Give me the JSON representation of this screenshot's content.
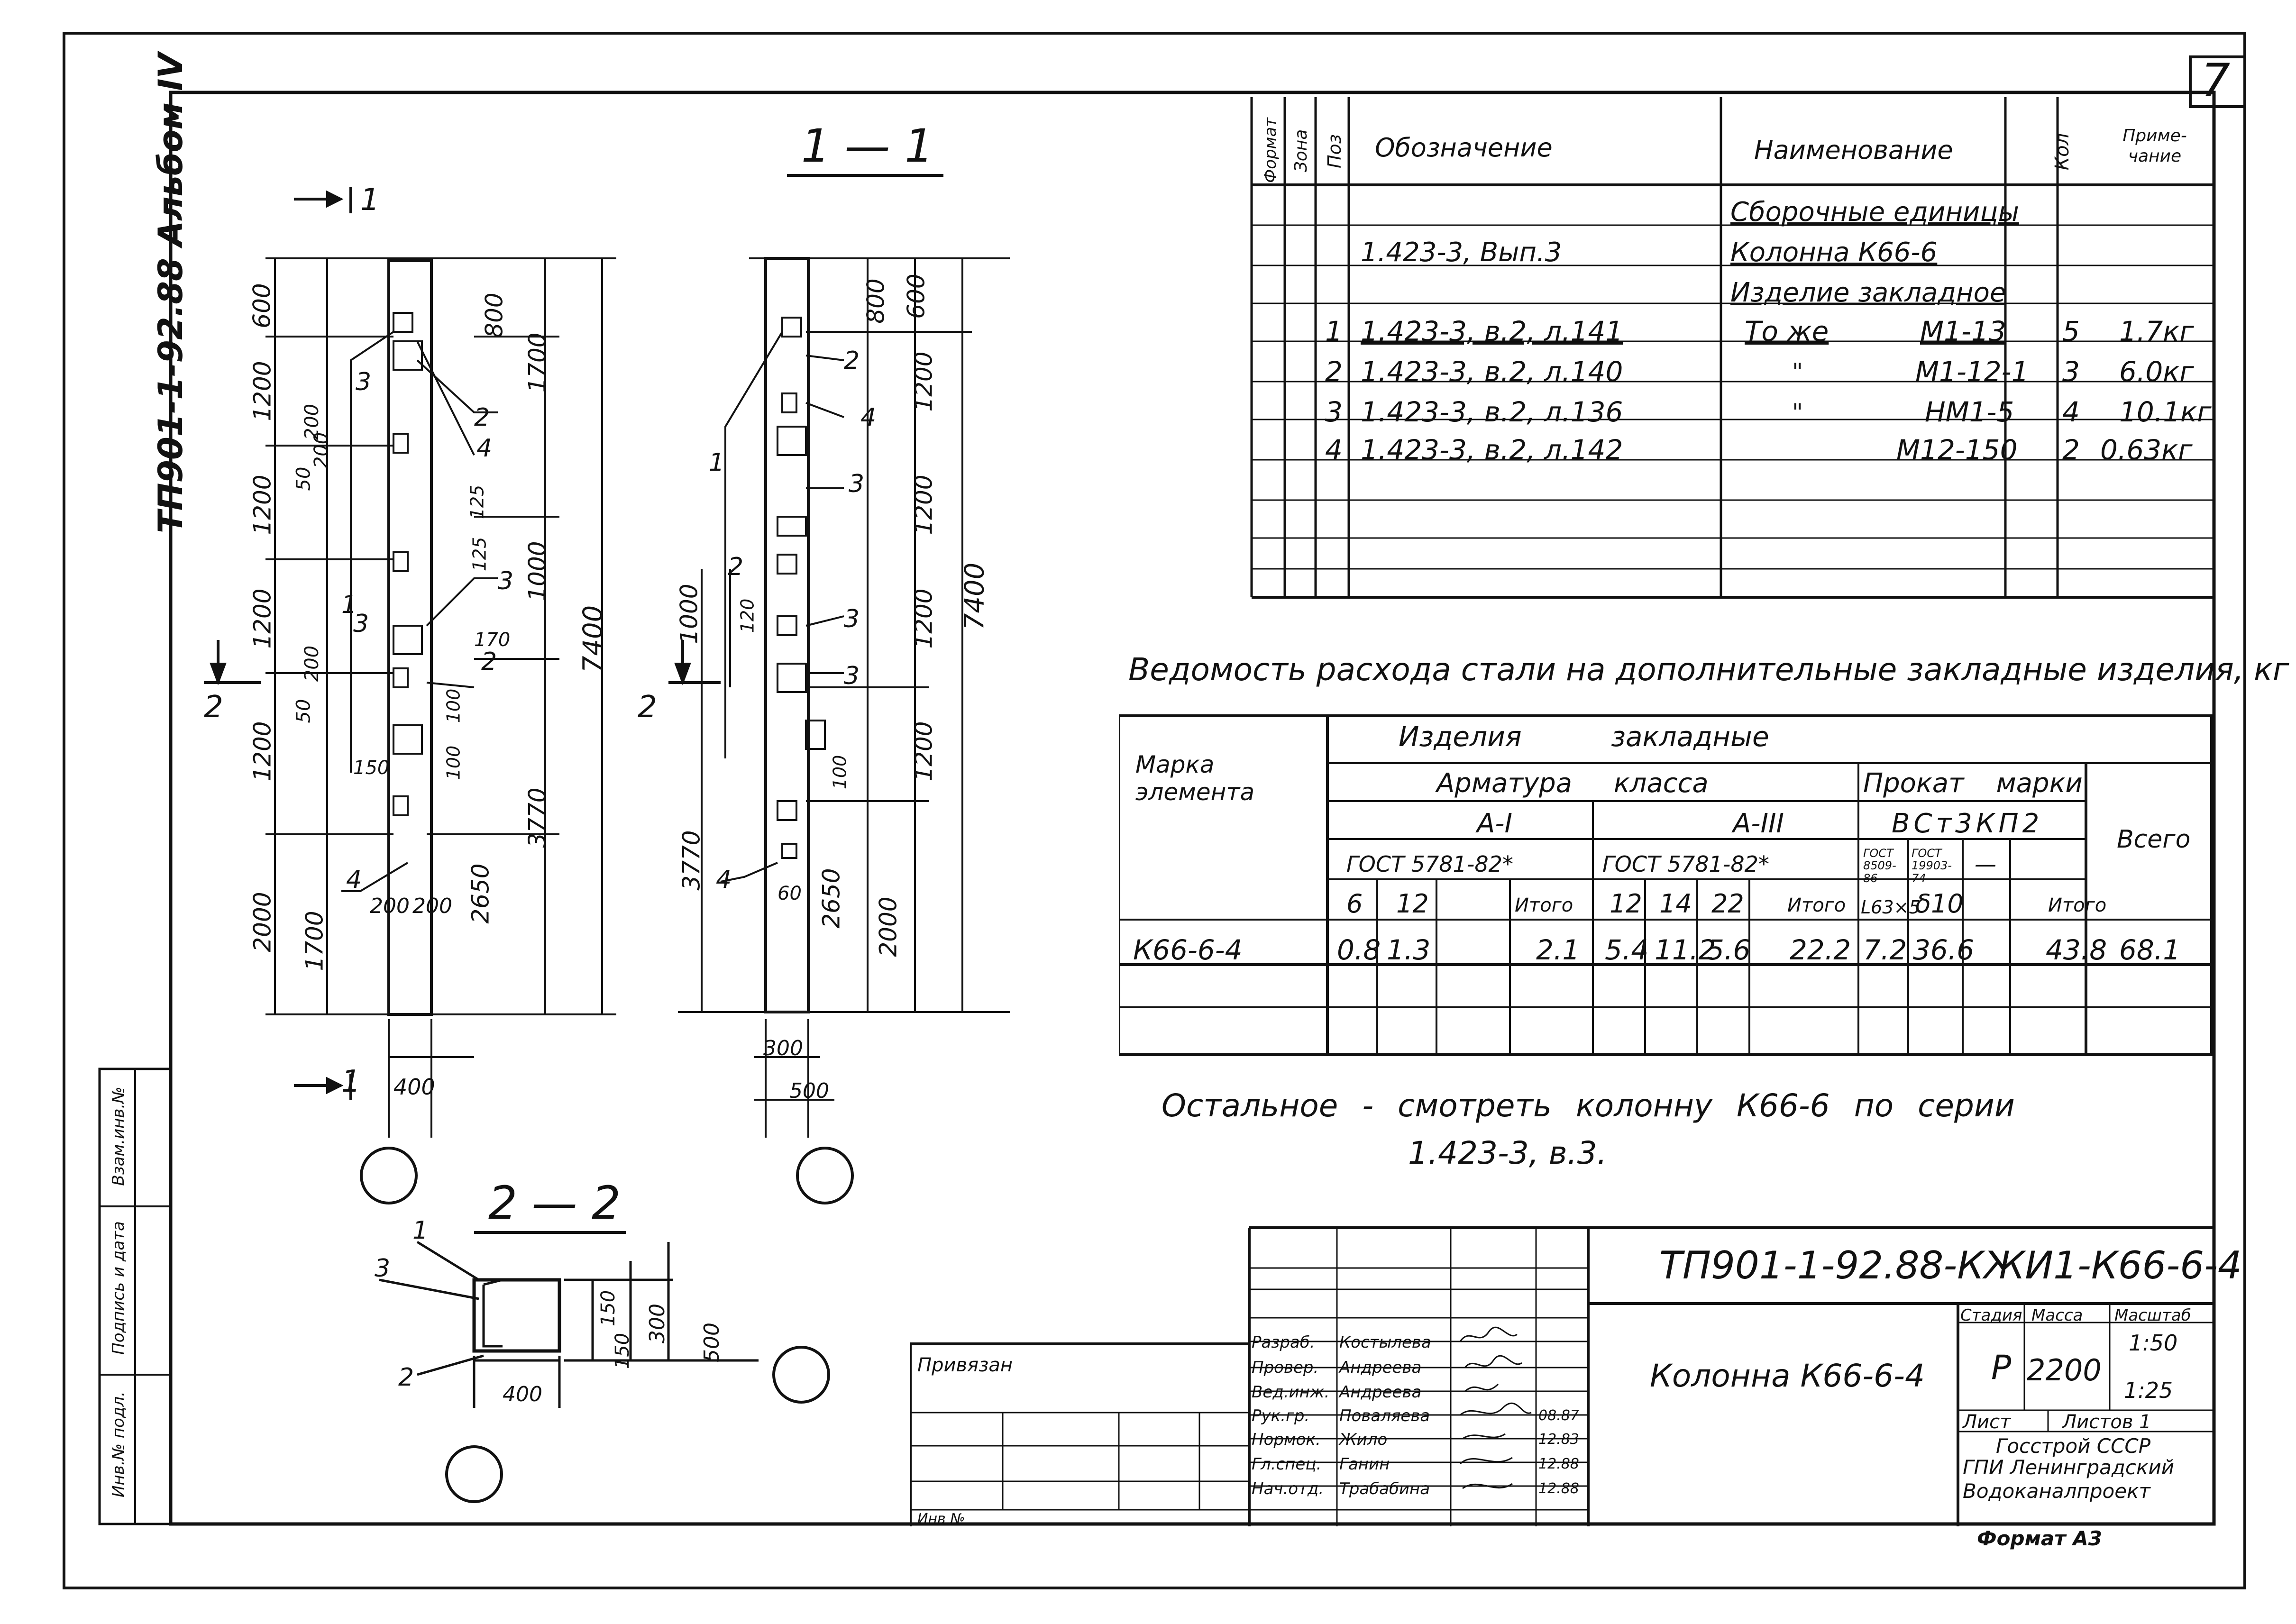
{
  "sheet": {
    "number": "7",
    "album_label": "ТП901-1-92.88 Альбом IV",
    "format_label": "Формат А3"
  },
  "section_1_1": {
    "title": "1 — 1",
    "cut_mark": "1"
  },
  "section_2_2": {
    "title": "2 — 2",
    "cut_mark": "2"
  },
  "elevation_dims": {
    "left": [
      "600",
      "1200",
      "1200",
      "1200",
      "1200",
      "2000",
      "1700",
      "2650",
      "3770",
      "7400",
      "1700",
      "800",
      "1000",
      "400",
      "200",
      "200",
      "50",
      "200",
      "50",
      "125",
      "125",
      "170",
      "100",
      "100",
      "150",
      "200",
      "200"
    ],
    "right": [
      "800",
      "600",
      "1200",
      "1200",
      "1200",
      "1200",
      "7400",
      "1000",
      "120",
      "100",
      "60",
      "2650",
      "2000",
      "3770",
      "300",
      "500"
    ]
  },
  "position_callouts": [
    "1",
    "2",
    "3",
    "4"
  ],
  "section_2_2_dims": [
    "150",
    "150",
    "300",
    "500",
    "400"
  ],
  "spec_table": {
    "headers": [
      "Формат",
      "Зона",
      "Поз",
      "Обозначение",
      "Наименование",
      "Кол",
      "Приме-чание"
    ],
    "group_assembly": "Сборочные единицы",
    "assembly_ref": "1.423-3, Вып.3",
    "assembly_name": "Колонна К66-6",
    "group_embedded": "Изделие закладное",
    "rows": [
      {
        "pos": "1",
        "designation": "1.423-3, в.2, л.141",
        "name_prefix": "То же",
        "name": "М1-13",
        "qty": "5",
        "note": "1.7кг"
      },
      {
        "pos": "2",
        "designation": "1.423-3, в.2, л.140",
        "name_prefix": "\"",
        "name": "М1-12-1",
        "qty": "3",
        "note": "6.0кг"
      },
      {
        "pos": "3",
        "designation": "1.423-3, в.2, л.136",
        "name_prefix": "\"",
        "name": "НМ1-5",
        "qty": "4",
        "note": "10.1кг"
      },
      {
        "pos": "4",
        "designation": "1.423-3, в.2, л.142",
        "name_prefix": "",
        "name": "М12-150",
        "qty": "2",
        "note": "0.63кг"
      }
    ]
  },
  "steel_table": {
    "title": "Ведомость расхода стали на дополнительные закладные изделия, кг",
    "col_mark": "Марка элемента",
    "col_items": "Изделия закладные",
    "col_rebar": "Арматура класса",
    "col_rolled": "Прокат марки",
    "col_total": "Всего",
    "class_a1": "А-I",
    "class_a3": "А-III",
    "steel_grade": "ВСт3КП2",
    "gost_a1": "ГОСТ 5781-82*",
    "gost_a3": "ГОСТ 5781-82*",
    "gost_rolled_1": "ГОСТ 8509-86",
    "gost_rolled_2": "ГОСТ 19903-74",
    "gost_dash": "—",
    "sub_headers": [
      "6",
      "12",
      "",
      "Итого",
      "12",
      "14",
      "22",
      "Итого",
      "L63×5",
      "δ10",
      "",
      "Итого"
    ],
    "row": {
      "mark": "К66-6-4",
      "values": [
        "0.8",
        "1.3",
        "",
        "2.1",
        "5.4",
        "11.2",
        "5.6",
        "22.2",
        "7.2",
        "36.6",
        "",
        "43.8"
      ],
      "total": "68.1"
    }
  },
  "note": {
    "line1": "Остальное - смотреть колонну К66-6 по серии",
    "line2": "1.423-3, в.3."
  },
  "title_block": {
    "code": "ТП901-1-92.88-КЖИ1-К66-6-4",
    "object_name": "Колонна К66-6-4",
    "stage_label": "Стадия",
    "mass_label": "Масса",
    "scale_label": "Масштаб",
    "stage": "Р",
    "mass": "2200",
    "scale_1": "1:50",
    "scale_2": "1:25",
    "sheet_label": "Лист",
    "sheets_label": "Листов 1",
    "org_1": "Госстрой СССР",
    "org_2": "ГПИ Ленинградский",
    "org_3": "Водоканалпроект",
    "bound_label": "Привязан",
    "inv_label": "Инв №",
    "signatures": [
      {
        "role": "Разраб.",
        "name": "Костылева",
        "date": ""
      },
      {
        "role": "Провер.",
        "name": "Андреева",
        "date": ""
      },
      {
        "role": "Вед.инж.",
        "name": "Андреева",
        "date": ""
      },
      {
        "role": "Рук.гр.",
        "name": "Поваляева",
        "date": "08.87"
      },
      {
        "role": "Нормок.",
        "name": "Жило",
        "date": "12.83"
      },
      {
        "role": "Гл.спец.",
        "name": "Ганин",
        "date": "12.88"
      },
      {
        "role": "Нач.отд.",
        "name": "Трабабина",
        "date": "12.88"
      }
    ]
  },
  "side_stamp": {
    "col1": "Инв.№ подл.",
    "col2": "Подпись и дата",
    "col3": "Взам.инв.№"
  }
}
